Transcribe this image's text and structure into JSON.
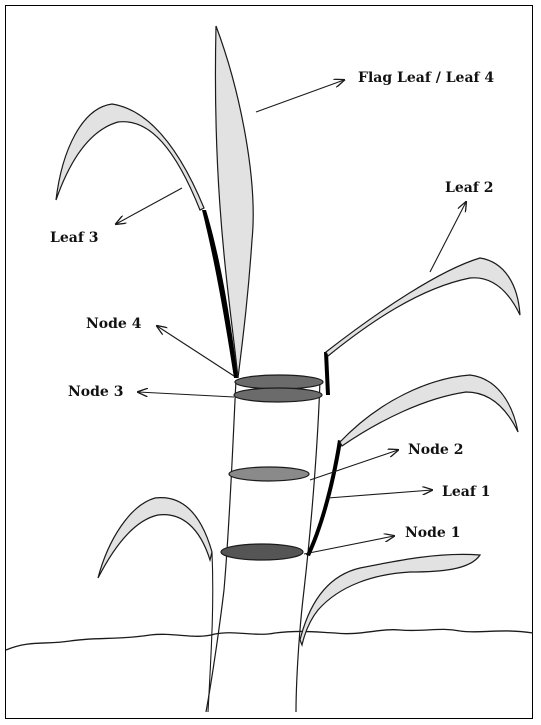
{
  "labels": {
    "flag_leaf": "Flag Leaf / Leaf 4",
    "leaf3": "Leaf 3",
    "leaf2": "Leaf 2",
    "leaf1": "Leaf 1",
    "node4": "Node 4",
    "node3": "Node 3",
    "node2": "Node 2",
    "node1": "Node 1"
  },
  "colors": {
    "ink": "#1a1a1a",
    "leaf_fill": "#e2e2e2",
    "node_fill": "#6b6b6b",
    "sheath": "#000000"
  }
}
